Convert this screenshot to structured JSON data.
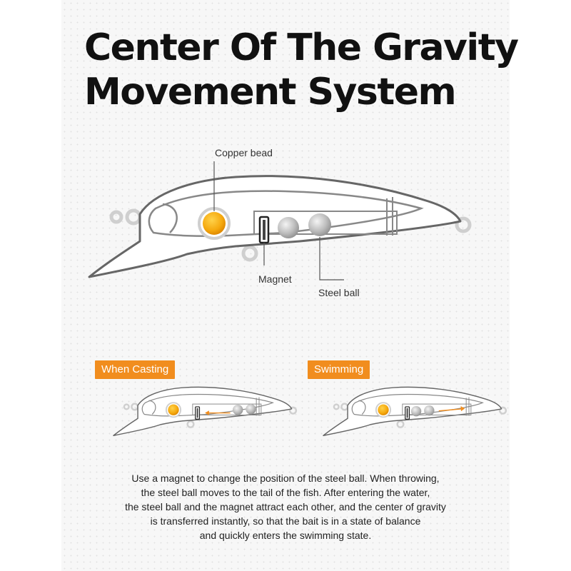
{
  "title": {
    "line1": "Center Of The Gravity",
    "line2": "Movement System"
  },
  "callouts": {
    "copper_bead": "Copper bead",
    "magnet": "Magnet",
    "steel_ball": "Steel ball"
  },
  "states": {
    "casting_label": "When Casting",
    "swimming_label": "Swimming"
  },
  "description": [
    "Use a magnet to change the position of the steel ball. When throwing,",
    "the steel ball moves to the tail of the fish. After entering the water,",
    "the steel ball and the magnet attract each other, and the center of gravity",
    "is transferred instantly, so that the bait is in a state of balance",
    "and quickly enters the swimming state."
  ],
  "colors": {
    "accent": "#f18d1e",
    "outline": "#666666",
    "copper_bead": "#f5b312",
    "steel_ball": "#bdbdbd",
    "ring": "#cfcfcf"
  }
}
